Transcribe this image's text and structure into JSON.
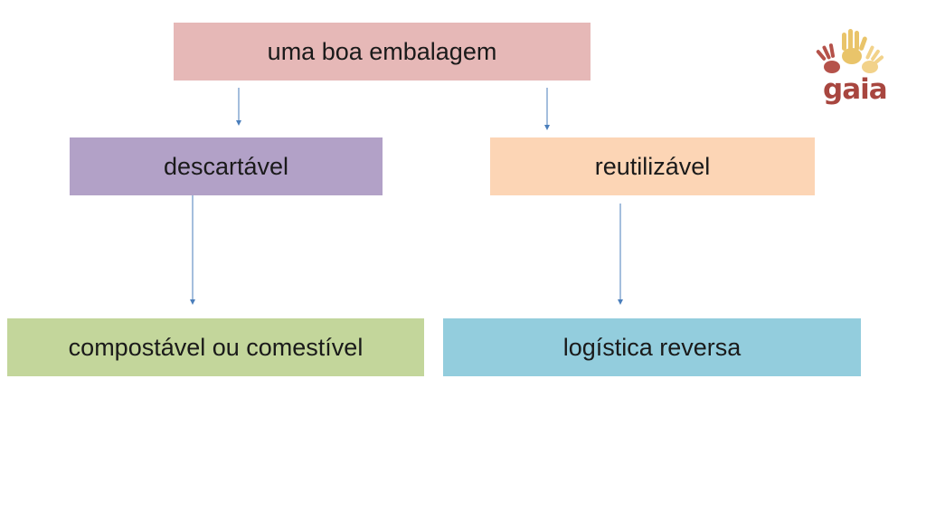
{
  "diagram": {
    "root": {
      "label": "uma boa embalagem",
      "color": "#e6b8b7"
    },
    "left": {
      "label": "descartável",
      "color": "#b2a1c7"
    },
    "right": {
      "label": "reutilizável",
      "color": "#fcd5b5"
    },
    "left_child": {
      "label": "compostável ou comestível",
      "color": "#c3d69b"
    },
    "right_child": {
      "label": "logística reversa",
      "color": "#93cddd"
    },
    "arrow_color": "#4a7ebb"
  },
  "logo": {
    "text": "gaia",
    "icon": "hands-logo-icon",
    "text_color": "#a8463f"
  }
}
